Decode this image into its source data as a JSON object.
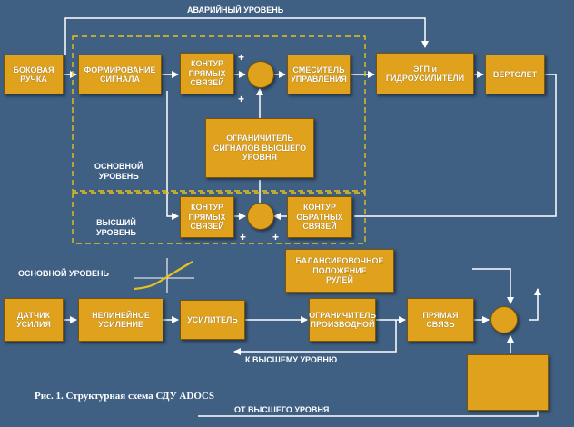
{
  "boxes": {
    "side_stick": "БОКОВАЯ\nРУЧКА",
    "signal_forming": "ФОРМИРОВАНИЕ\nСИГНАЛА",
    "ff_top": "КОНТУР\nПРЯМЫХ\nСВЯЗЕЙ",
    "mixer": "СМЕСИТЕЛЬ\nУПРАВЛЕНИЯ",
    "egp": "ЭГП и\nГИДРОУСИЛИТЕЛИ",
    "helicopter": "ВЕРТОЛЕТ",
    "limiter_high": "ОГРАНИЧИТЕЛЬ\nСИГНАЛОВ ВЫСШЕГО\nУРОВНЯ",
    "ff_bottom": "КОНТУР\nПРЯМЫХ\nСВЯЗЕЙ",
    "fb": "КОНТУР\nОБРАТНЫХ\nСВЯЗЕЙ",
    "balance": "БАЛАНСИРОВОЧНОЕ\nПОЛОЖЕНИЕ\nРУЛЕЙ",
    "force_sensor": "ДАТЧИК\nУСИЛИЯ",
    "nonlinear": "НЕЛИНЕЙНОЕ\nУСИЛЕНИЕ",
    "amplifier": "УСИЛИТЕЛЬ",
    "deriv_limiter": "ОГРАНИЧИТЕЛЬ\nПРОИЗВОДНОЙ",
    "direct_link": "ПРЯМАЯ\nСВЯЗЬ"
  },
  "labels": {
    "emergency": "АВАРИЙНЫЙ УРОВЕНЬ",
    "basic_level": "ОСНОВНОЙ\nУРОВЕНЬ",
    "high_level": "ВЫСШИЙ\nУРОВЕНЬ",
    "basic_level_lower": "ОСНОВНОЙ УРОВЕНЬ",
    "to_high": "К ВЫСШЕМУ УРОВНЮ",
    "from_high": "ОТ ВЫСШЕГО УРОВНЯ"
  },
  "signs": [
    "+",
    "+",
    "+",
    "+"
  ],
  "caption": "Рис. 1. Структурная схема СДУ ADOCS",
  "colors": {
    "background": "#3f5f83",
    "block": "#e0a21c",
    "line": "#ffffff",
    "dashed": "#e8c21a"
  }
}
